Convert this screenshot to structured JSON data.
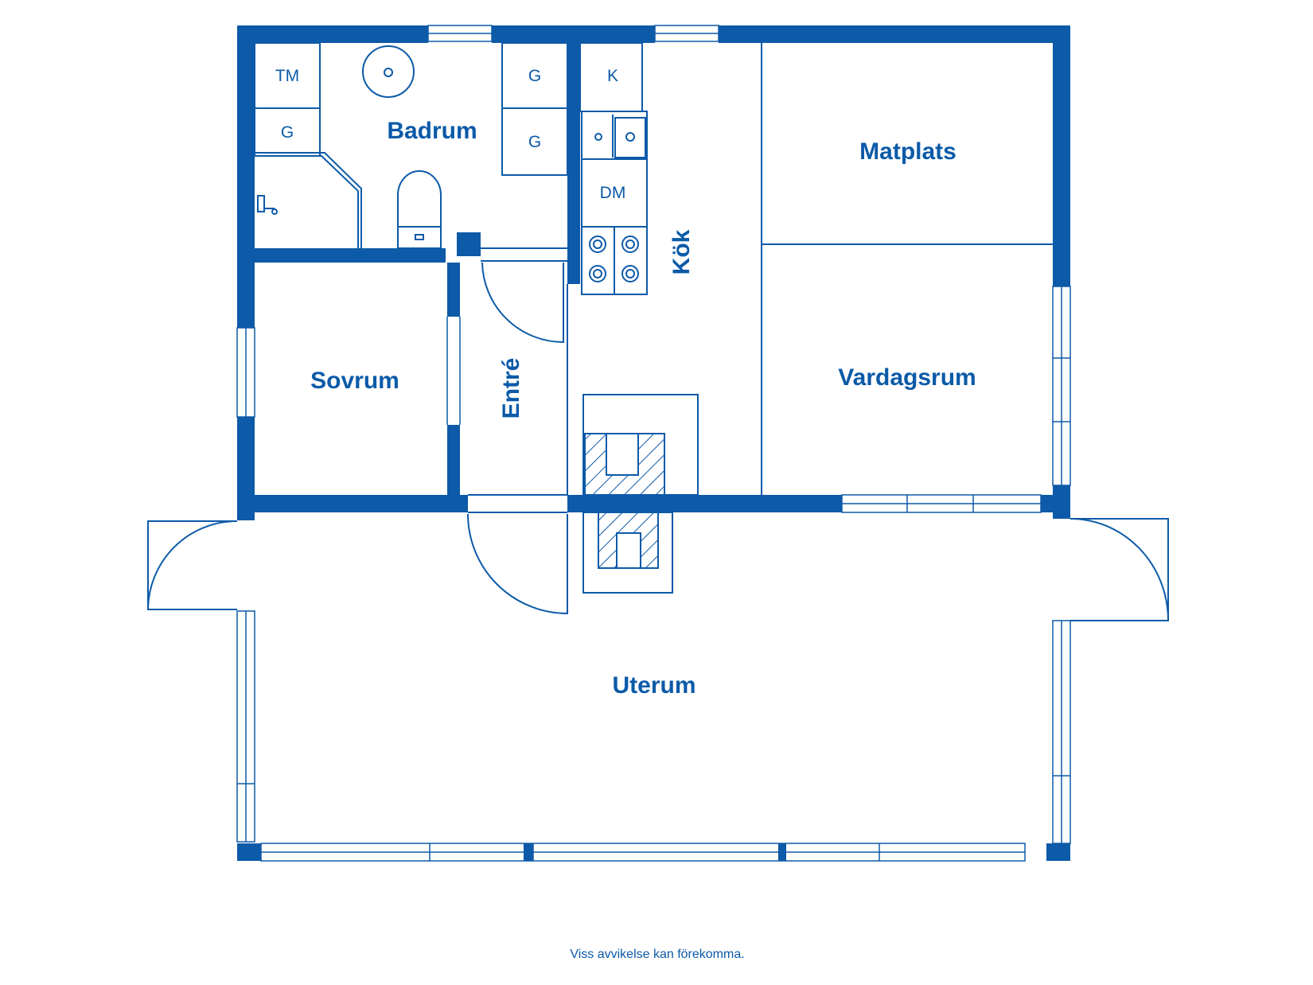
{
  "colors": {
    "wall": "#0d5aa8",
    "line": "#0d5aa8",
    "background": "#ffffff"
  },
  "rooms": {
    "badrum": "Badrum",
    "kok": "Kök",
    "matplats": "Matplats",
    "vardagsrum": "Vardagsrum",
    "sovrum": "Sovrum",
    "entre": "Entré",
    "uterum": "Uterum"
  },
  "fixtures": {
    "tm": "TM",
    "g1": "G",
    "g2": "G",
    "g3": "G",
    "k": "K",
    "dm": "DM"
  },
  "footer": "Viss avvikelse kan förekomma."
}
